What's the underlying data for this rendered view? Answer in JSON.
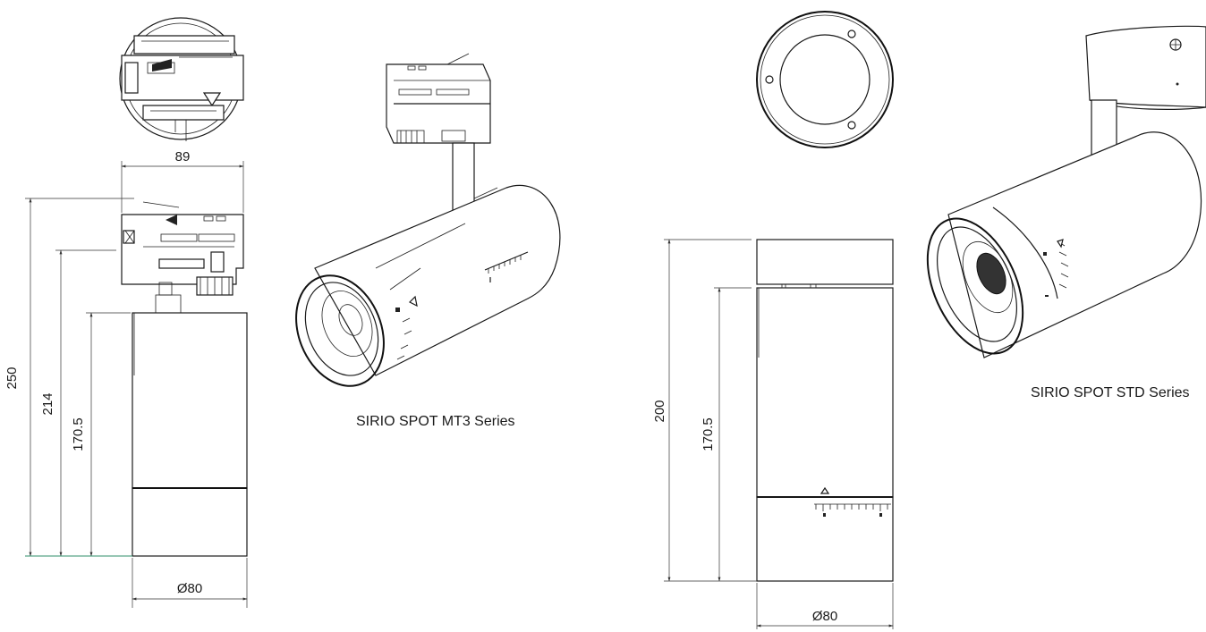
{
  "mt3": {
    "width_label": "89",
    "height_total_label": "250",
    "height_mid_label": "214",
    "height_body_label": "170.5",
    "diameter_label": "Ø80",
    "caption": "SIRIO SPOT MT3 Series"
  },
  "std": {
    "height_total_label": "200",
    "height_body_label": "170.5",
    "diameter_label": "Ø80",
    "caption": "SIRIO SPOT STD Series"
  },
  "colors": {
    "line": "#1a1a1a",
    "accent_green": "#2f8f6a"
  }
}
